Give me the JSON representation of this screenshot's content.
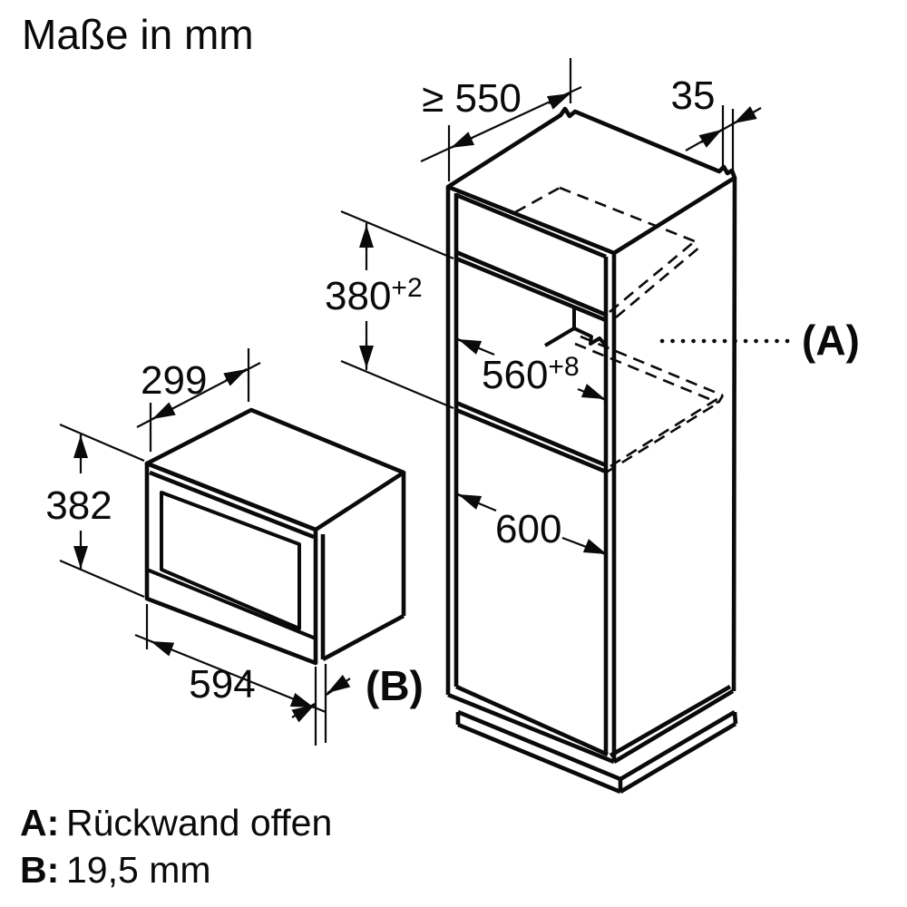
{
  "title": "Maße in mm",
  "dims": {
    "top_depth": "≥ 550",
    "top_rear_gap": "35",
    "niche_height": {
      "base": "380",
      "sup": "+2"
    },
    "niche_width": {
      "base": "560",
      "sup": "+8"
    },
    "unit_width": "600",
    "mw_depth": "299",
    "mw_height": "382",
    "mw_width": "594",
    "ref_a": "(A)",
    "ref_b": "(B)"
  },
  "legend": [
    {
      "key": "A:",
      "text": "Rückwand offen"
    },
    {
      "key": "B:",
      "text": "19,5 mm"
    }
  ]
}
